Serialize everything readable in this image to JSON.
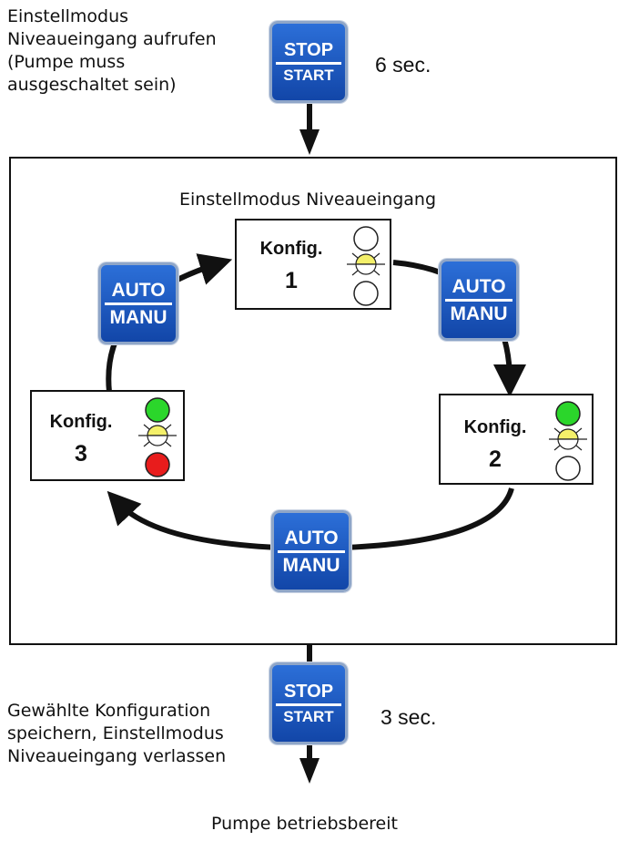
{
  "steps": {
    "enter_note": "Einstellmodus\nNiveaueingang aufrufen\n(Pumpe muss\nausgeschaltet sein)",
    "enter_time": "6 sec.",
    "save_note": "Gewählte Konfiguration\nspeichern, Einstellmodus\nNiveaueingang verlassen",
    "save_time": "3 sec."
  },
  "keys": {
    "stop_label": "STOP",
    "start_label": "START",
    "auto_label": "AUTO",
    "manu_label": "MANU"
  },
  "mode": {
    "title": "Einstellmodus Niveaueingang",
    "configs": [
      {
        "label": "Konfig.",
        "number": "1",
        "lamps": [
          "off",
          "blinking-yellow",
          "off"
        ]
      },
      {
        "label": "Konfig.",
        "number": "2",
        "lamps": [
          "green",
          "blinking-yellow",
          "off"
        ]
      },
      {
        "label": "Konfig.",
        "number": "3",
        "lamps": [
          "green",
          "blinking-yellow",
          "red"
        ]
      }
    ]
  },
  "footer": "Pumpe betriebsbereit",
  "colors": {
    "key_blue": "#1a55c0",
    "lamp_green": "#2bd62b",
    "lamp_yellow": "#f4f06a",
    "lamp_red": "#e81c1c"
  }
}
